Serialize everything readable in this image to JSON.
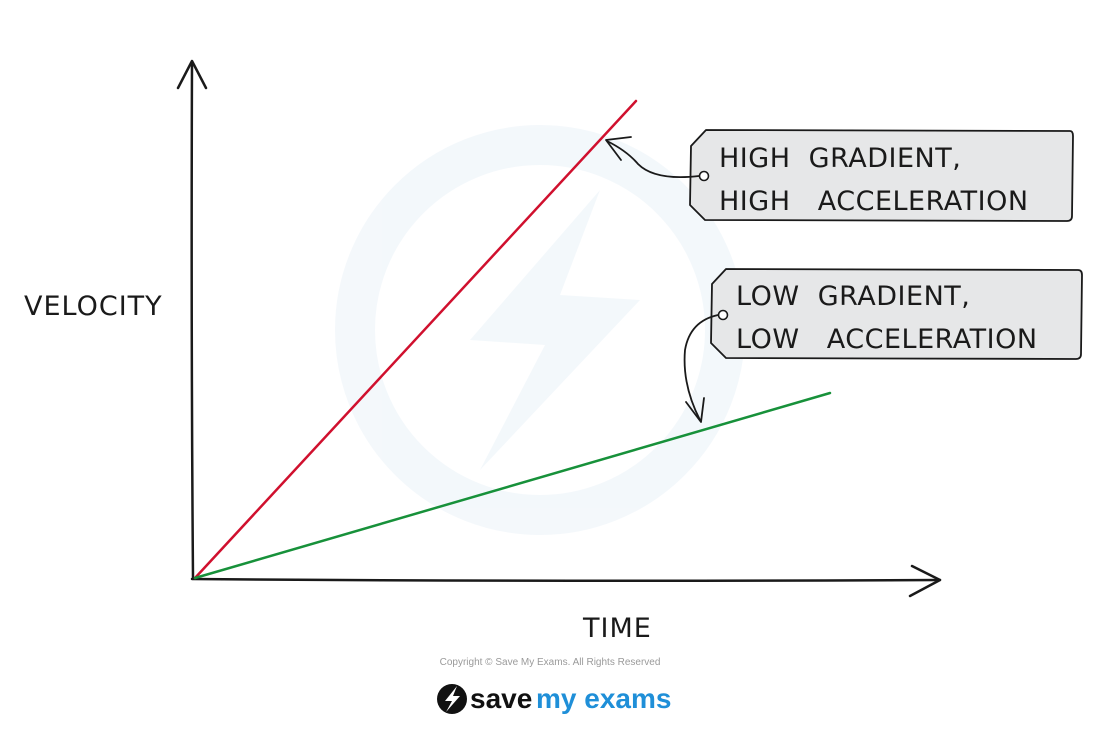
{
  "axes": {
    "x_label": "TIME",
    "y_label": "VELOCITY"
  },
  "lines": [
    {
      "id": "high",
      "color": "#d0102e",
      "note": {
        "line1": "HIGH  GRADIENT,",
        "line2": "HIGH   ACCELERATION"
      }
    },
    {
      "id": "low",
      "color": "#17913a",
      "note": {
        "line1": "LOW  GRADIENT,",
        "line2": "LOW   ACCELERATION"
      }
    }
  ],
  "tag_fill": "#e6e7e8",
  "footer": {
    "copyright": "Copyright © Save My Exams. All Rights Reserved",
    "brand_first": "save",
    "brand_second": "my exams",
    "brand_color": "#1f8fd8"
  }
}
